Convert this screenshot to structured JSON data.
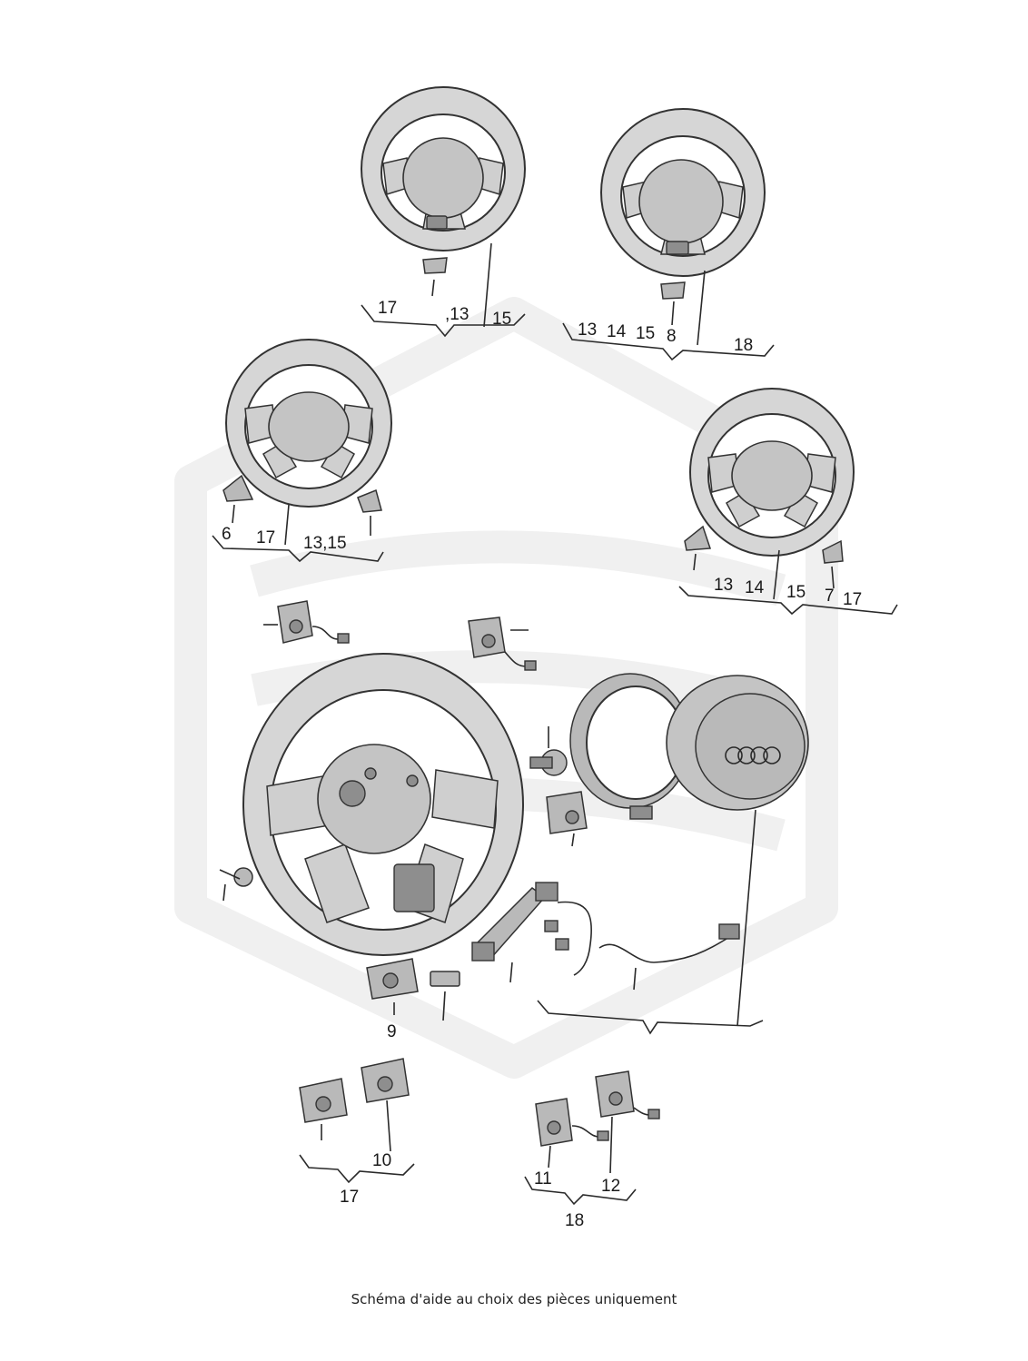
{
  "caption": "Schéma d'aide au choix des pièces uniquement",
  "callouts": {
    "g1": [
      "17",
      ",13",
      "15"
    ],
    "g2": [
      "13",
      "14",
      "15",
      "8",
      "18"
    ],
    "g3": [
      "6",
      "17",
      "13,15"
    ],
    "g4": [
      "13",
      "14",
      "15",
      "7",
      "17"
    ],
    "p9": "9",
    "p10": "10",
    "g5": "17",
    "p11": "11",
    "p12": "12",
    "g6": "18"
  },
  "colors": {
    "line": "#2a2a2a",
    "part_fill": "#c4c4c4",
    "watermark": "#f0f0f0"
  }
}
